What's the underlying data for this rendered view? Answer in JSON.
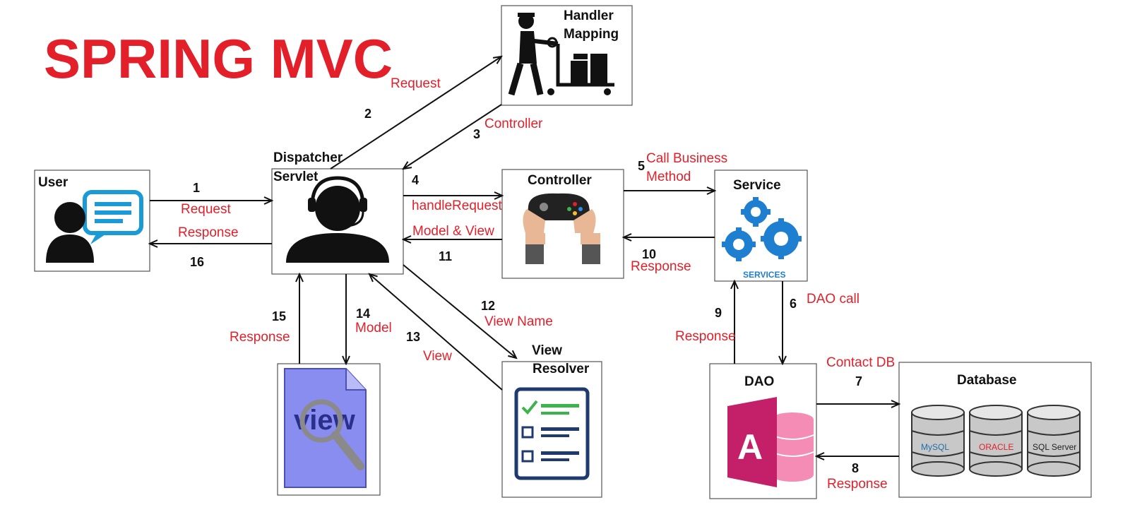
{
  "title": "SPRING MVC",
  "colors": {
    "title": "#e3202a",
    "label": "#e3202a",
    "arrow": "#111111",
    "gear": "#1e7fd0",
    "access": "#c4206a",
    "view_doc": "#8a8df0"
  },
  "nodes": {
    "user": {
      "title": "User"
    },
    "dispatcher": {
      "title_line1": "Dispatcher",
      "title_line2": "Servlet"
    },
    "handler_mapping": {
      "title_line1": "Handler",
      "title_line2": "Mapping"
    },
    "controller": {
      "title": "Controller"
    },
    "service": {
      "title": "Service",
      "caption": "SERVICES"
    },
    "view_resolver": {
      "title_line1": "View",
      "title_line2": "Resolver"
    },
    "view": {
      "caption": "view"
    },
    "dao": {
      "title": "DAO",
      "caption": "A"
    },
    "database": {
      "title": "Database",
      "db1": "MySQL",
      "db2": "ORACLE",
      "db3": "SQL Server"
    }
  },
  "flows": [
    {
      "num": "1",
      "label": "Request"
    },
    {
      "num": "2",
      "label": "Request"
    },
    {
      "num": "3",
      "label": "Controller"
    },
    {
      "num": "4",
      "label": "handleRequest"
    },
    {
      "num": "5",
      "label_line1": "Call Business",
      "label_line2": "Method"
    },
    {
      "num": "6",
      "label": "DAO call"
    },
    {
      "num": "7",
      "label": "Contact DB"
    },
    {
      "num": "8",
      "label": "Response"
    },
    {
      "num": "9",
      "label": "Response"
    },
    {
      "num": "10",
      "label": "Response"
    },
    {
      "num": "11",
      "label": "Model & View"
    },
    {
      "num": "12",
      "label": "View Name"
    },
    {
      "num": "13",
      "label": "View"
    },
    {
      "num": "14",
      "label": "Model"
    },
    {
      "num": "15",
      "label": "Response"
    },
    {
      "num": "16",
      "label": "Response"
    }
  ]
}
